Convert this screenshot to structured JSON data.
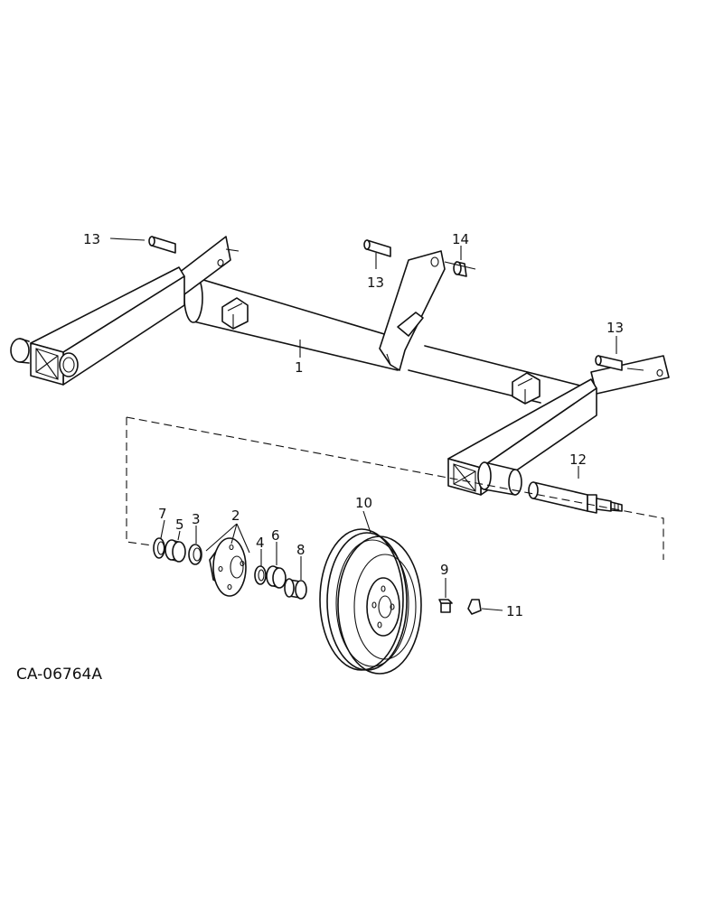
{
  "diagram": {
    "drawing_code": "CA-06764A",
    "callouts": {
      "c1": "1",
      "c2": "2",
      "c3": "3",
      "c4": "4",
      "c5": "5",
      "c6": "6",
      "c7": "7",
      "c8": "8",
      "c9": "9",
      "c10": "10",
      "c11": "11",
      "c12": "12",
      "c13a": "13",
      "c13b": "13",
      "c13c": "13",
      "c14": "14"
    }
  }
}
